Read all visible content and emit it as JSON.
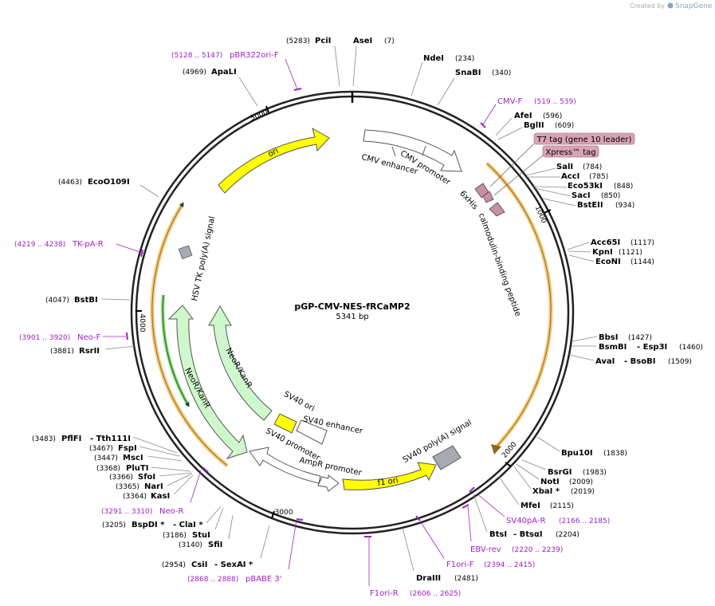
{
  "header": {
    "created_by": "Created by",
    "brand": "SnapGene"
  },
  "plasmid": {
    "name": "pGP-CMV-NES-fRCaMP2",
    "length": "5341 bp"
  },
  "ticks": [
    "1000",
    "2000",
    "3000",
    "4000",
    "5000"
  ],
  "enzymes": [
    {
      "pos": "(5283)",
      "name": "PciI"
    },
    {
      "name": "AseI",
      "pos": "(7)"
    },
    {
      "name": "NdeI",
      "pos": "(234)"
    },
    {
      "name": "SnaBI",
      "pos": "(340)"
    },
    {
      "name": "AfeI",
      "pos": "(596)"
    },
    {
      "name": "BglII",
      "pos": "(609)"
    },
    {
      "name": "SalI",
      "pos": "(784)"
    },
    {
      "name": "AccI",
      "pos": "(785)"
    },
    {
      "name": "Eco53kI",
      "pos": "(848)"
    },
    {
      "name": "SacI",
      "pos": "(850)"
    },
    {
      "name": "BstEII",
      "pos": "(934)"
    },
    {
      "name": "Acc65I",
      "pos": "(1117)"
    },
    {
      "name": "KpnI",
      "pos": "(1121)"
    },
    {
      "name": "EcoNI",
      "pos": "(1144)"
    },
    {
      "name": "BbsI",
      "pos": "(1427)"
    },
    {
      "name": "BsmBI",
      "name2": "- Esp3I",
      "pos": "(1460)"
    },
    {
      "name": "AvaI",
      "name2": "- BsoBI",
      "pos": "(1509)"
    },
    {
      "name": "Bpu10I",
      "pos": "(1838)"
    },
    {
      "name": "BsrGI",
      "pos": "(1983)"
    },
    {
      "name": "NotI",
      "pos": "(2009)"
    },
    {
      "name": "XbaI *",
      "pos": "(2019)"
    },
    {
      "name": "MfeI",
      "pos": "(2115)"
    },
    {
      "name": "BtsI",
      "name2": "- BtsαI",
      "pos": "(2204)"
    },
    {
      "name": "DraIII",
      "pos": "(2481)"
    },
    {
      "pos": "(2954)",
      "name": "CsiI",
      "name2": "- SexAI *"
    },
    {
      "pos": "(3140)",
      "name": "SfiI"
    },
    {
      "pos": "(3186)",
      "name": "StuI"
    },
    {
      "pos": "(3205)",
      "name": "BspDI *",
      "name2": "- ClaI *"
    },
    {
      "pos": "(3364)",
      "name": "KasI"
    },
    {
      "pos": "(3365)",
      "name": "NarI"
    },
    {
      "pos": "(3366)",
      "name": "SfoI"
    },
    {
      "pos": "(3368)",
      "name": "PluTI"
    },
    {
      "pos": "(3447)",
      "name": "MscI"
    },
    {
      "pos": "(3467)",
      "name": "FspI"
    },
    {
      "pos": "(3483)",
      "name": "PflFI",
      "name2": "- Tth111I"
    },
    {
      "pos": "(3881)",
      "name": "RsrII"
    },
    {
      "pos": "(4047)",
      "name": "BstBI"
    },
    {
      "pos": "(4463)",
      "name": "EcoO109I"
    },
    {
      "pos": "(4969)",
      "name": "ApaLI"
    }
  ],
  "primers": [
    {
      "range": "(5128 .. 5147)",
      "name": "pBR322ori-F"
    },
    {
      "name": "CMV-F",
      "range": "(519 .. 539)"
    },
    {
      "range": "(4219 .. 4238)",
      "name": "TK-pA-R"
    },
    {
      "range": "(3901 .. 3920)",
      "name": "Neo-F"
    },
    {
      "range": "(3291 .. 3310)",
      "name": "Neo-R"
    },
    {
      "range": "(2868 .. 2888)",
      "name": "pBABE 3'"
    },
    {
      "name": "F1ori-R",
      "range": "(2606 .. 2625)"
    },
    {
      "name": "F1ori-F",
      "range": "(2394 .. 2415)"
    },
    {
      "name": "EBV-rev",
      "range": "(2220 .. 2239)"
    },
    {
      "name": "SV40pA-R",
      "range": "(2166 .. 2185)"
    }
  ],
  "tags": [
    "T7 tag (gene 10 leader)",
    "Xpress™ tag"
  ],
  "features": {
    "ori": "ori",
    "cmv_enhancer": "CMV enhancer",
    "cmv_promoter": "CMV promoter",
    "his": "6xHis",
    "cbp": "calmodulin-binding peptide",
    "hsv": "HSV TK poly(A) signal",
    "neo1": "NeoR/KanR",
    "neo2": "NeoR/KanR",
    "sv40ori": "SV40 ori",
    "sv40enh": "SV40 enhancer",
    "sv40prom": "SV40 promoter",
    "ampr": "AmpR promoter",
    "f1": "f1 ori",
    "sv40pa": "SV40 poly(A) signal"
  },
  "colors": {
    "backbone": "#222222",
    "ori": "#ffff00",
    "neo": "#cff7cc",
    "primer": "#a020c8",
    "tag": "#d8a3b4",
    "orf": "#f6c878",
    "grey": "#a7aab0"
  }
}
